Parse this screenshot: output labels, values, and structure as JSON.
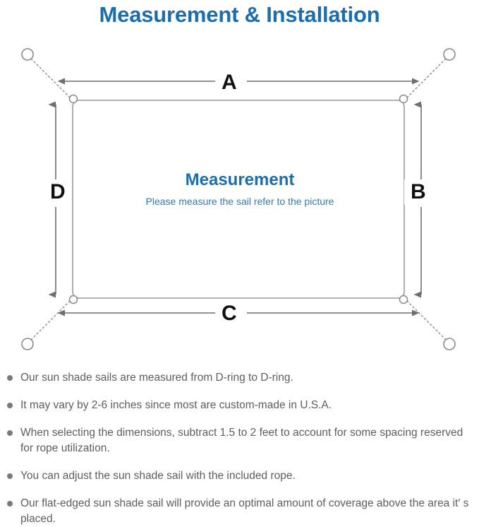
{
  "header": {
    "title": "Measurement & Installation",
    "title_color": "#1b6eae"
  },
  "diagram": {
    "name": "sun-shade-sail-measurement-diagram",
    "center_title": "Measurement",
    "center_subtitle": "Please measure the sail refer to the picture",
    "center_title_color": "#1b6eae",
    "center_subtitle_color": "#2d7cb8",
    "line_color": "#8c8c8c",
    "arrow_color": "#6f6f6f",
    "dimension_labels": {
      "top": "A",
      "right": "B",
      "bottom": "C",
      "left": "D"
    },
    "anchors": [
      {
        "name": "anchor-point-top-left"
      },
      {
        "name": "anchor-point-top-right"
      },
      {
        "name": "anchor-point-bottom-left"
      },
      {
        "name": "anchor-point-bottom-right"
      }
    ],
    "d_rings": [
      {
        "name": "d-ring-top-left"
      },
      {
        "name": "d-ring-top-right"
      },
      {
        "name": "d-ring-bottom-left"
      },
      {
        "name": "d-ring-bottom-right"
      }
    ]
  },
  "notes": {
    "bullet_color": "#7a7a7a",
    "items": [
      "Our sun shade sails are measured from D-ring to D-ring.",
      "It may vary by 2-6 inches since most are custom-made in U.S.A.",
      "When selecting the dimensions, subtract 1.5 to 2 feet to account for some spacing reserved for rope utilization.",
      "You can adjust the sun shade sail with the included rope.",
      "Our flat-edged sun shade sail will provide an optimal amount of coverage above the area it′ s placed."
    ]
  }
}
